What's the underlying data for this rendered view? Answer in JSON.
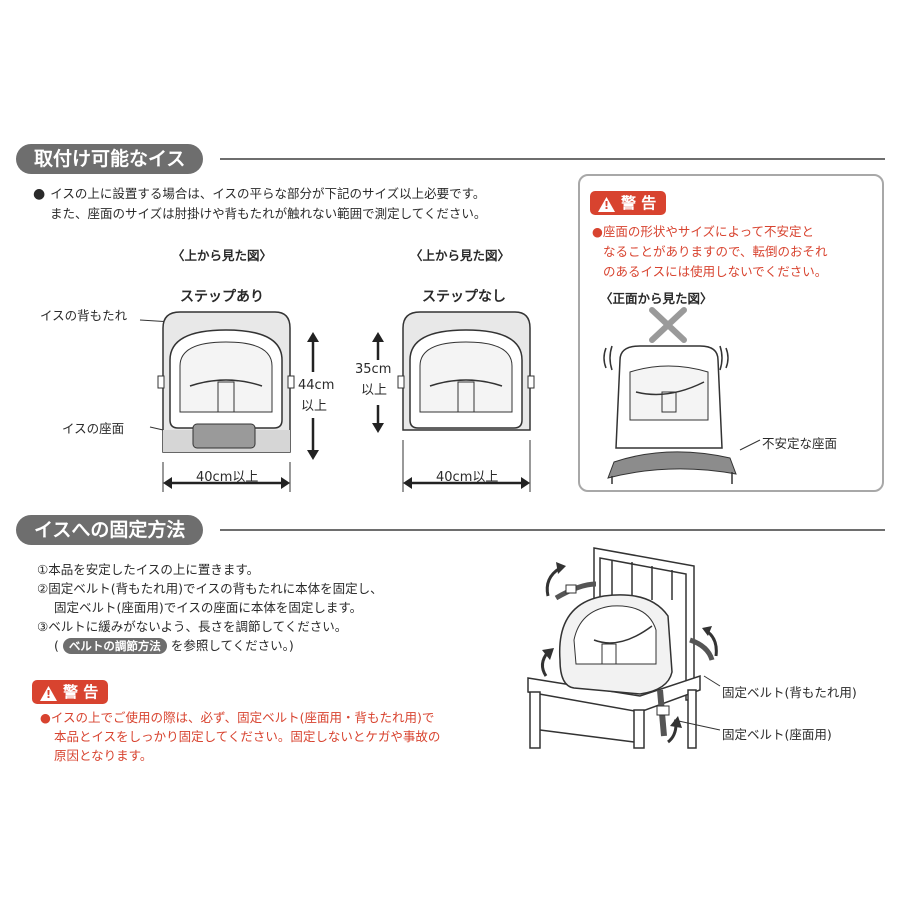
{
  "section1": {
    "title": "取付け可能なイス",
    "bullet_line1": "イスの上に設置する場合は、イスの平らな部分が下記のサイズ以上必要です。",
    "bullet_line2": "また、座面のサイズは肘掛けや背もたれが触れない範囲で測定してください。",
    "view_left": "〈上から見た図〉",
    "view_right": "〈上から見た図〉",
    "step_yes": "ステップあり",
    "step_no": "ステップなし",
    "label_backrest": "イスの背もたれ",
    "label_seat": "イスの座面",
    "dim_44_value": "44cm",
    "dim_44_suffix": "以上",
    "dim_35_value": "35cm",
    "dim_35_suffix": "以上",
    "width_left": "40cm以上",
    "width_right": "40cm以上"
  },
  "warning1": {
    "badge": "警 告",
    "line1": "●座面の形状やサイズによって不安定と",
    "line2": "なることがありますので、転倒のおそれ",
    "line3": "のあるイスには使用しないでください。",
    "front_view": "〈正面から見た図〉",
    "unstable_label": "不安定な座面"
  },
  "section2": {
    "title": "イスへの固定方法",
    "step1": "①本品を安定したイスの上に置きます。",
    "step2a": "②固定ベルト(背もたれ用)でイスの背もたれに本体を固定し、",
    "step2b": "固定ベルト(座面用)でイスの座面に本体を固定します。",
    "step3": "③ベルトに緩みがないよう、長さを調節してください。",
    "ref_open": "(",
    "ref_pill": "ベルトの調節方法",
    "ref_close": "を参照してください。)",
    "label_back_belt": "固定ベルト(背もたれ用)",
    "label_seat_belt": "固定ベルト(座面用)"
  },
  "warning2": {
    "badge": "警 告",
    "line1": "●イスの上でご使用の際は、必ず、固定ベルト(座面用・背もたれ用)で",
    "line2": "本品とイスをしっかり固定してください。固定しないとケガや事故の",
    "line3": "原因となります。"
  },
  "colors": {
    "accent_red": "#d8432f",
    "section_gray": "#6e6e6e"
  }
}
